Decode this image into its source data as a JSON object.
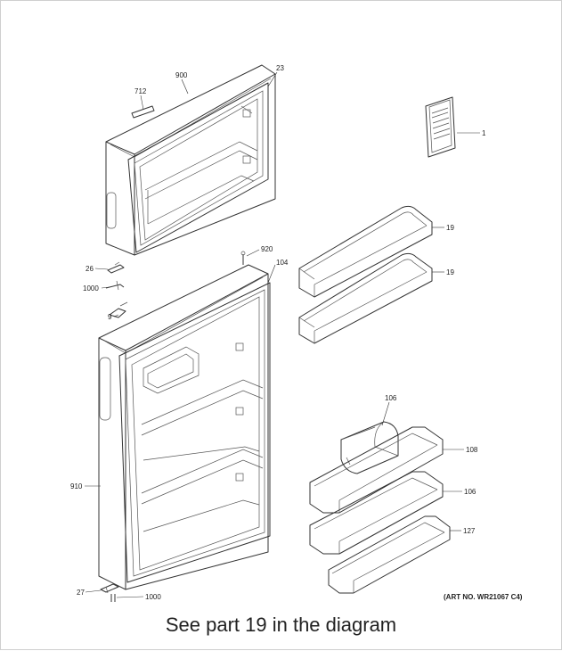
{
  "diagram": {
    "labels": {
      "p900": "900",
      "p23": "23",
      "p712": "712",
      "p1": "1",
      "p19a": "19",
      "p19b": "19",
      "p920": "920",
      "p104": "104",
      "p26": "26",
      "p1000a": "1000",
      "p9": "9",
      "p106a": "106",
      "p108": "108",
      "p106b": "106",
      "p127": "127",
      "p910": "910",
      "p27": "27",
      "p1000b": "1000"
    },
    "art_number": "(ART NO. WR21067 C4)"
  },
  "caption": "See part 19 in the diagram"
}
